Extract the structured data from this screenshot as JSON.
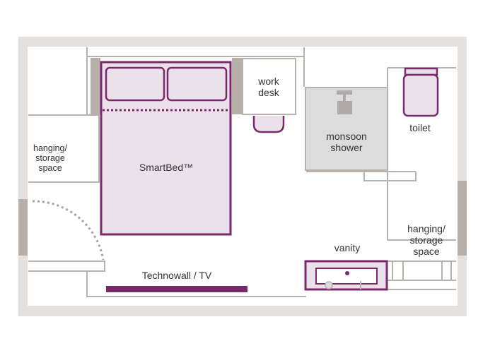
{
  "floorplan": {
    "colors": {
      "outer_wall": "#e4e0dd",
      "inner_line": "#b8b2ae",
      "accent": "#7a2a6b",
      "bed_fill": "#eae1ea",
      "shower_fill": "#dcdcdc",
      "pillar": "#b6afaa"
    },
    "labels": {
      "work_desk": "work\ndesk",
      "shower": "monsoon\nshower",
      "toilet": "toilet",
      "hanging_left": "hanging/\nstorage\nspace",
      "bed": "SmartBed™",
      "hanging_right": "hanging/\nstorage\nspace",
      "vanity": "vanity",
      "technowall": "Technowall / TV"
    }
  }
}
